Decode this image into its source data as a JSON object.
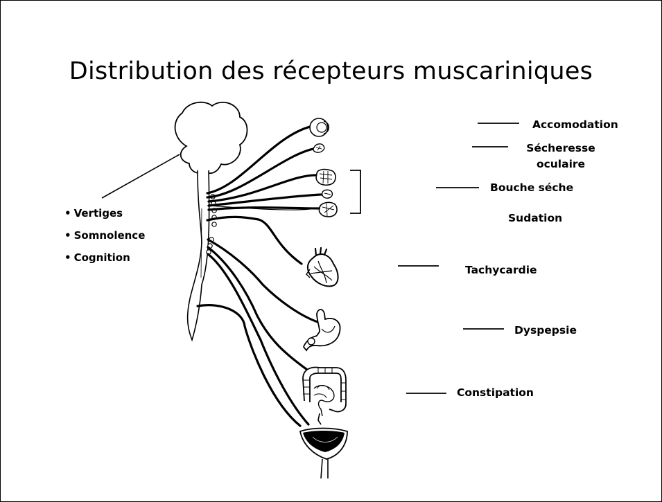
{
  "slide": {
    "title": "Distribution des récepteurs muscariniques"
  },
  "cns_effects": {
    "items": [
      "Vertiges",
      "Somnolence",
      "Cognition"
    ]
  },
  "peripheral_effects": {
    "accomodation": "Accomodation",
    "secheresse_line1": "Sécheresse",
    "secheresse_line2": "oculaire",
    "bouche_seche": "Bouche séche",
    "sudation": "Sudation",
    "tachycardie": "Tachycardie",
    "dyspepsie": "Dyspepsie",
    "constipation": "Constipation"
  },
  "organs": [
    "eye-icon",
    "lacrimal-gland-icon",
    "parotid-gland-icon",
    "sublingual-gland-icon",
    "submandibular-gland-icon",
    "heart-icon",
    "stomach-icon",
    "intestine-icon",
    "bladder-icon",
    "brain-icon"
  ]
}
